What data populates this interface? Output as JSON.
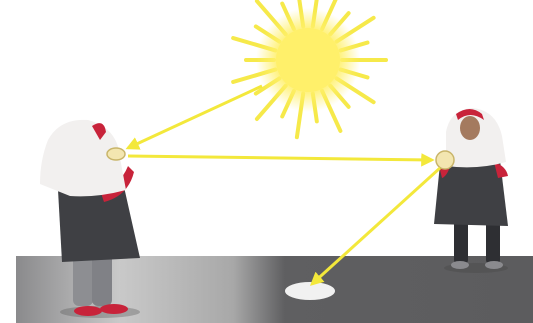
{
  "scene": {
    "colors": {
      "background": "#ffffff",
      "ground_dark": "#5f5f61",
      "ground_light": "#bcbcbc",
      "sun": "#fff06a",
      "sun_ray": "#f6e94a",
      "arrow": "#f3e83b",
      "hijab": "#f2f0ef",
      "uniform_dark": "#3f4044",
      "red_accent": "#c8233a",
      "mirror": "#f3e6b0",
      "light_spot": "#f1f1f1"
    },
    "objects": [
      "sun",
      "girl-with-mirror",
      "girl-with-mirror",
      "ground",
      "light-spot",
      "light-ray-arrows"
    ]
  }
}
